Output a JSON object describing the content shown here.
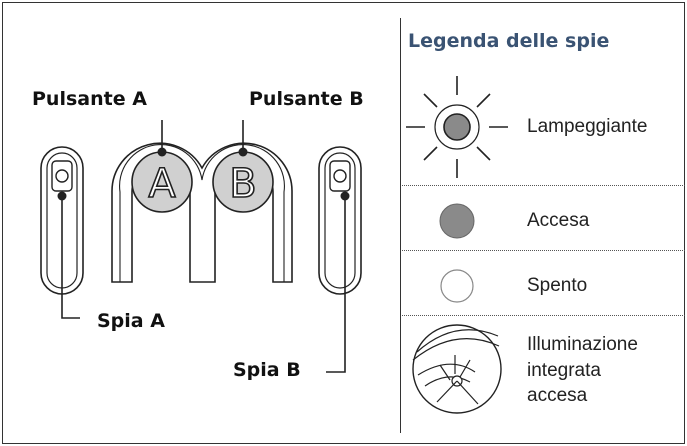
{
  "labels": {
    "button_a": "Pulsante A",
    "button_b": "Pulsante B",
    "light_a": "Spia A",
    "light_b": "Spia B",
    "button_a_letter": "A",
    "button_b_letter": "B"
  },
  "legend": {
    "title": "Legenda delle spie",
    "items": [
      {
        "icon": "blinking-light-icon",
        "label": "Lampeggiante"
      },
      {
        "icon": "light-on-icon",
        "label": "Accesa"
      },
      {
        "icon": "light-off-icon",
        "label": "Spento"
      },
      {
        "icon": "integrated-lighting-icon",
        "label_lines": [
          "Illuminazione",
          "integrata",
          "accesa"
        ]
      }
    ]
  },
  "colors": {
    "title": "#3a5373",
    "button_fill": "#d0d0d0",
    "led_on": "#8a8a8a"
  }
}
